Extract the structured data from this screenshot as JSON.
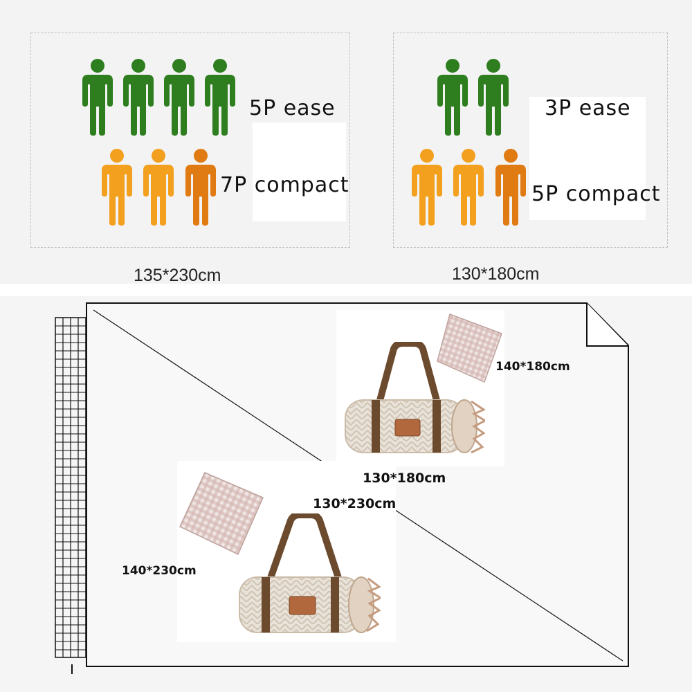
{
  "top": {
    "left_panel": {
      "ease_label": "5P ease",
      "compact_label": "7P compact",
      "size_label": "135*230cm"
    },
    "right_panel": {
      "ease_label": "3P ease",
      "compact_label": "5P compact",
      "size_label": "130*180cm"
    }
  },
  "bottom": {
    "diagram_label": "130*230cm",
    "small_product": {
      "bag_label": "130*180cm",
      "blanket_label": "140*180cm"
    },
    "large_product": {
      "blanket_label": "140*230cm"
    }
  },
  "colors": {
    "person_green": "#2e7d1f",
    "person_orange": "#f2a01e",
    "person_dark_orange": "#e07a12",
    "bag_body": "#e9e2d8",
    "bag_strap": "#6b4a2e",
    "blanket_check": "#c9a8a2",
    "outline": "#111111"
  },
  "icons": [
    "person-icon",
    "grid-icon",
    "folded-corner-icon",
    "picnic-bag",
    "folded-blanket"
  ]
}
